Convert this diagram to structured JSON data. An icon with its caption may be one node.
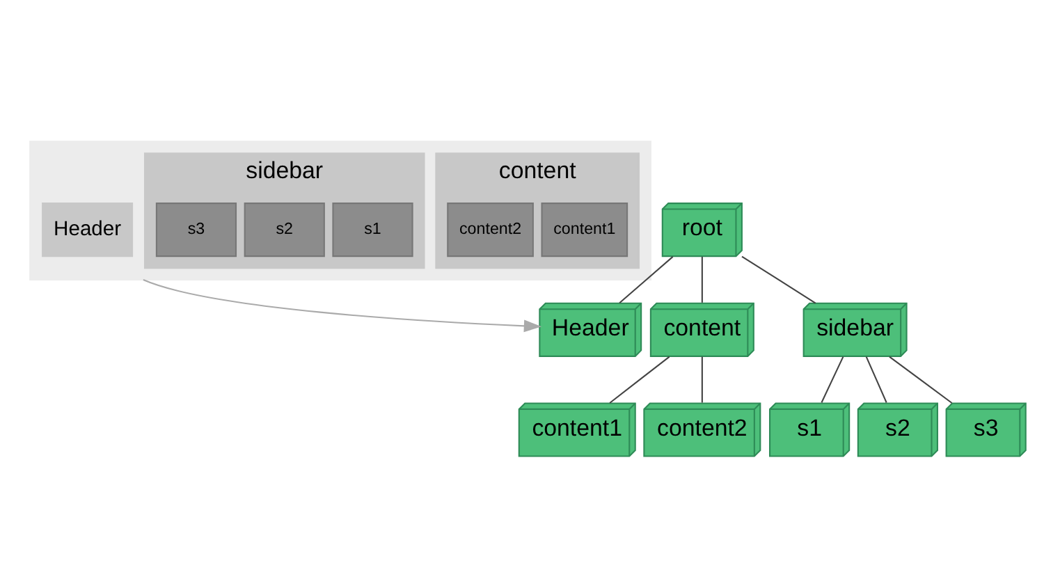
{
  "diagram": {
    "nodes": [
      {
        "text": [],
        "shape": "box"
      },
      {
        "text": [
          "Header"
        ],
        "in": 0
      },
      {
        "text": [
          "content"
        ],
        "in": 0
      },
      {
        "text": [
          "content1"
        ],
        "in": 2
      },
      {
        "text": [
          "content2"
        ],
        "in": 2
      },
      {
        "text": [
          "sidebar"
        ],
        "in": 0
      },
      {
        "text": [
          "s1"
        ],
        "in": 5
      },
      {
        "text": [
          "s2"
        ],
        "in": 5
      },
      {
        "text": [
          "s3"
        ],
        "in": 5
      },
      {
        "text": [
          "root"
        ]
      },
      {
        "text": [
          "Header"
        ]
      },
      {
        "text": [
          "content"
        ]
      },
      {
        "text": [
          "sidebar"
        ]
      },
      {
        "text": [
          "content1"
        ]
      },
      {
        "text": [
          "content2"
        ]
      },
      {
        "text": [
          "s1"
        ]
      },
      {
        "text": [
          "s2"
        ]
      },
      {
        "text": [
          "s3"
        ]
      }
    ],
    "edges": [
      {
        "from": 0,
        "to": 10,
        "arrow": "to",
        "color": "#aaaaaa"
      },
      {
        "from": 9,
        "to": 10,
        "arrow": "none"
      },
      {
        "from": 9,
        "to": 11,
        "arrow": "none"
      },
      {
        "from": 9,
        "to": 12,
        "arrow": "none"
      },
      {
        "from": 11,
        "to": 13,
        "arrow": "none"
      },
      {
        "from": 11,
        "to": 14,
        "arrow": "none"
      },
      {
        "from": 12,
        "to": 15,
        "arrow": "none"
      },
      {
        "from": 12,
        "to": 16,
        "arrow": "none"
      },
      {
        "from": 12,
        "to": 17,
        "arrow": "none"
      }
    ]
  }
}
